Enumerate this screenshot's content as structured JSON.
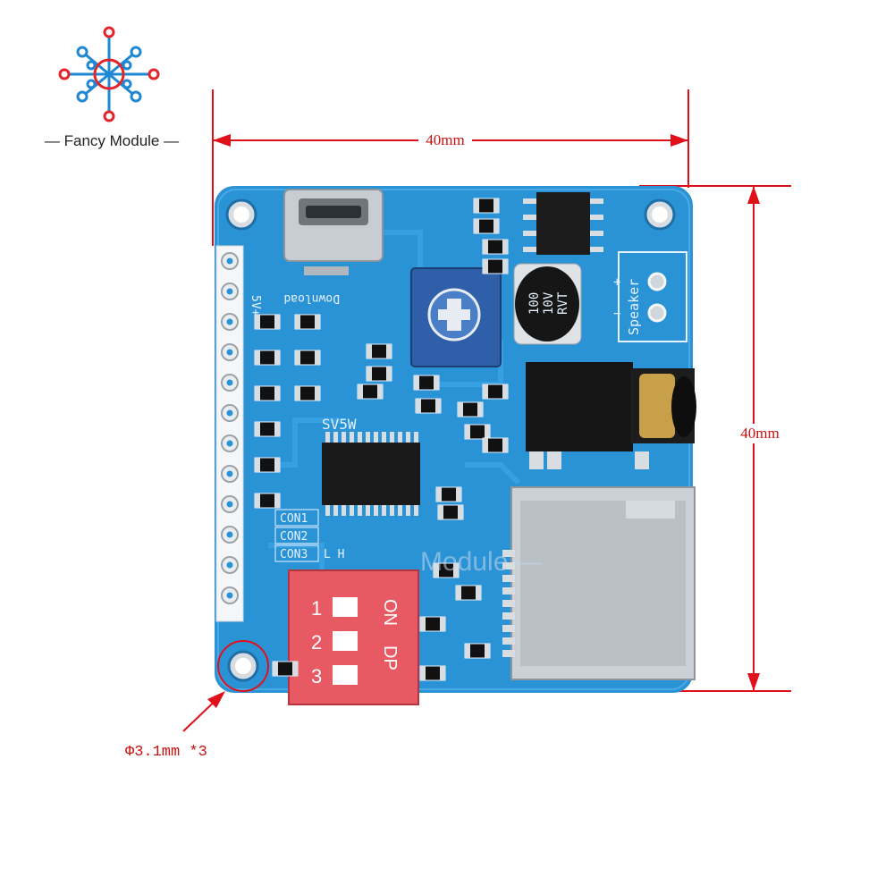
{
  "brand": {
    "name": "Fancy Module",
    "watermark": "Module —",
    "accent_colors": [
      "#e3242b",
      "#1e88d2"
    ]
  },
  "dimensions": {
    "width_label": "40mm",
    "height_label": "40mm",
    "hole_label": "Φ3.1mm *3",
    "annotation_color": "#e0101a"
  },
  "board": {
    "pcb_color": "#2a93d5",
    "silkscreen": {
      "power_label": "5V+",
      "download_label": "Download",
      "chip_label": "SV5W",
      "con1": "CON1",
      "con2": "CON2",
      "con3": "CON3",
      "con3_suffix": "L    H",
      "speaker_label": "Speaker",
      "speaker_plus": "+",
      "speaker_minus": "−",
      "capacitor_lines": [
        "100",
        "10V",
        "RVT"
      ],
      "dip_labels": [
        "ON",
        "DP"
      ],
      "dip_numbers": [
        "1",
        "2",
        "3"
      ]
    }
  }
}
